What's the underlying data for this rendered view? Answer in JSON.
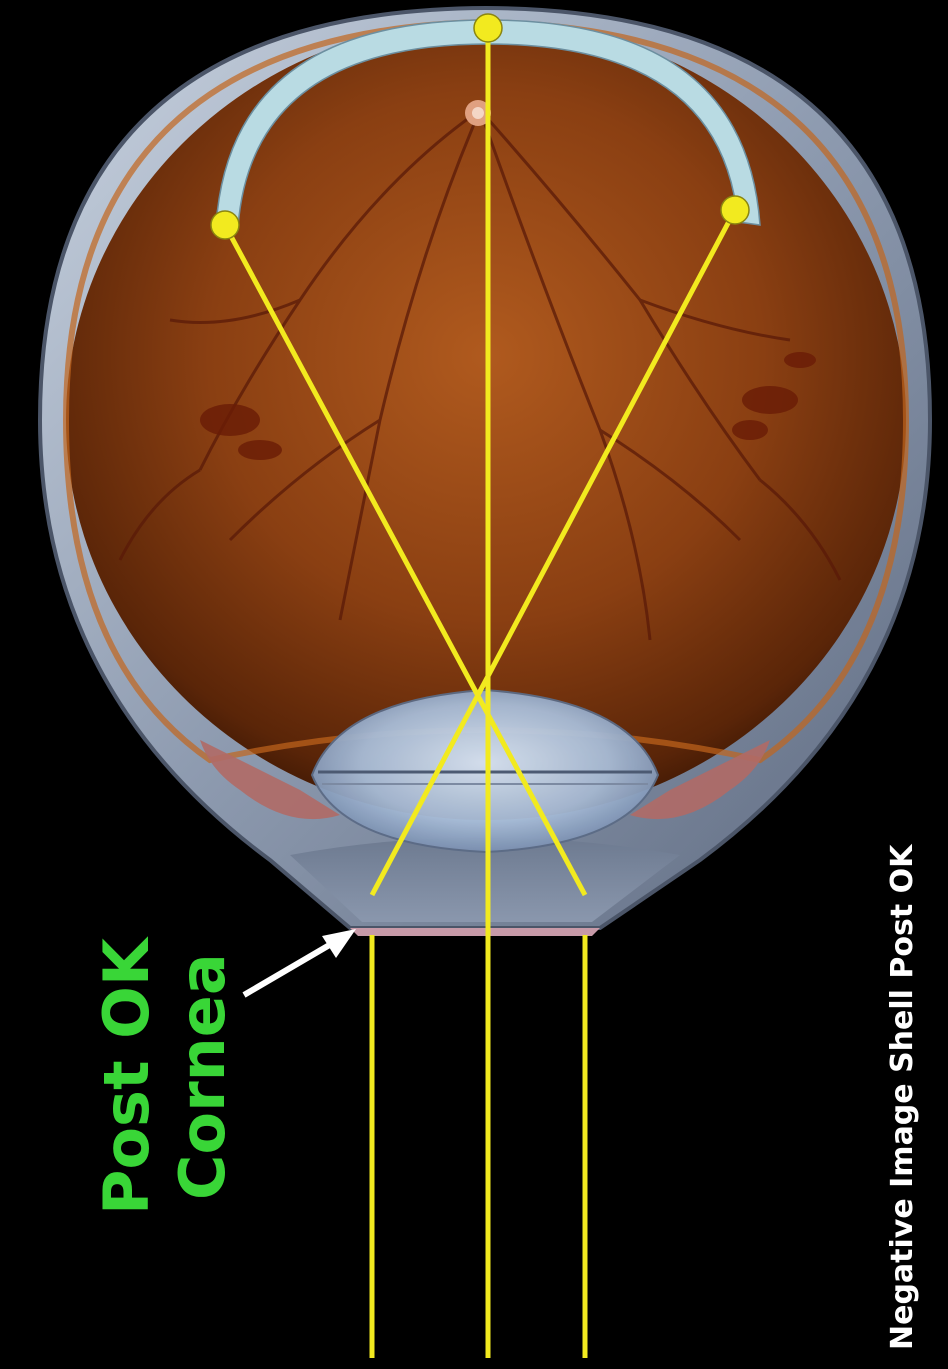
{
  "labels": {
    "structure_line1": "Post OK",
    "structure_line2": "Cornea",
    "caption": "Negative Image Shell Post OK"
  },
  "colors": {
    "background": "#000000",
    "ray": "#f2ea1f",
    "shell": "#b9dbe3",
    "label_green": "#39d637",
    "caption": "#ffffff"
  }
}
